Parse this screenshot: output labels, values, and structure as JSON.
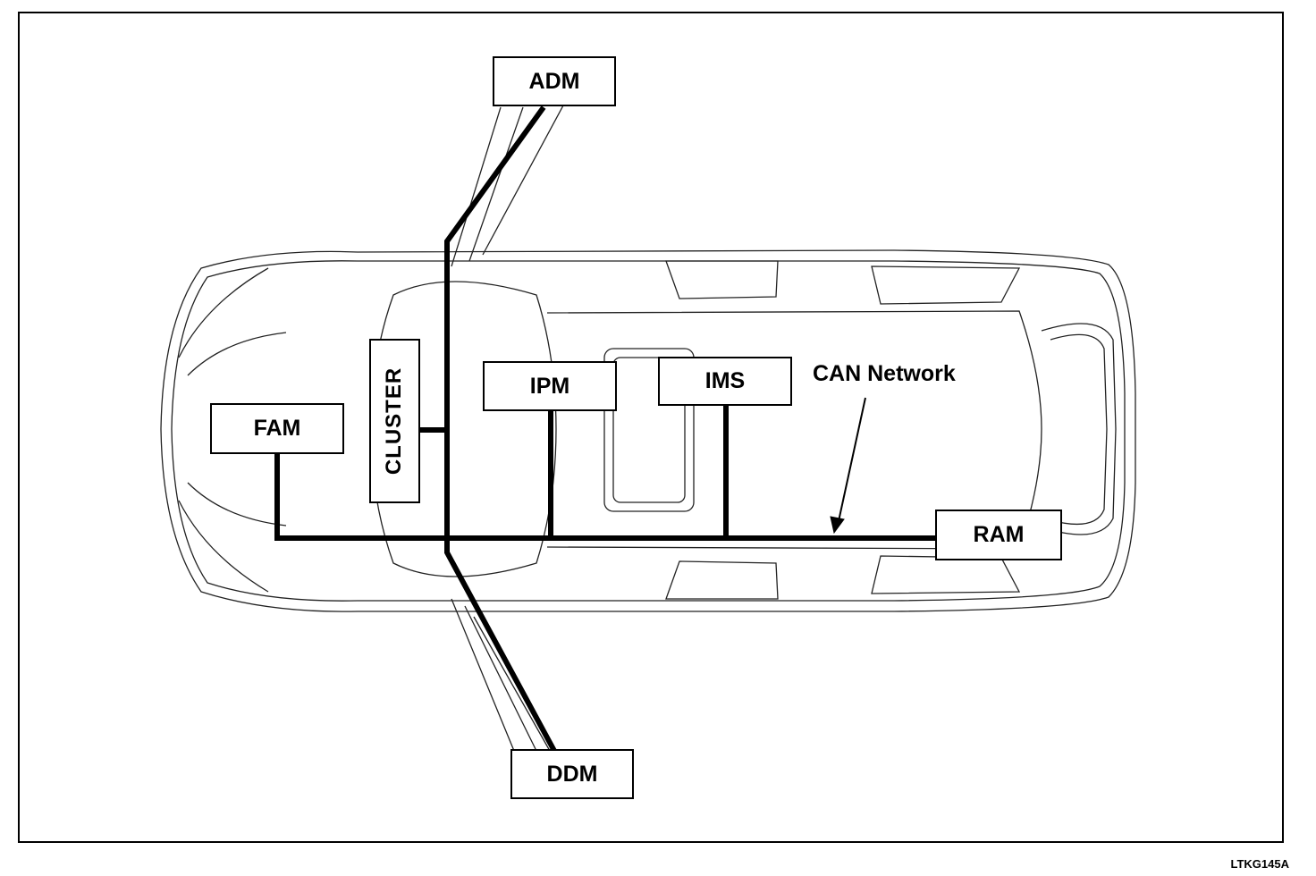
{
  "modules": {
    "adm": "ADM",
    "ddm": "DDM",
    "fam": "FAM",
    "cluster": "CLUSTER",
    "ipm": "IPM",
    "ims": "IMS",
    "ram": "RAM"
  },
  "network_label": "CAN Network",
  "figure_code": "LTKG145A",
  "colors": {
    "line": "#000000",
    "background": "#ffffff"
  }
}
